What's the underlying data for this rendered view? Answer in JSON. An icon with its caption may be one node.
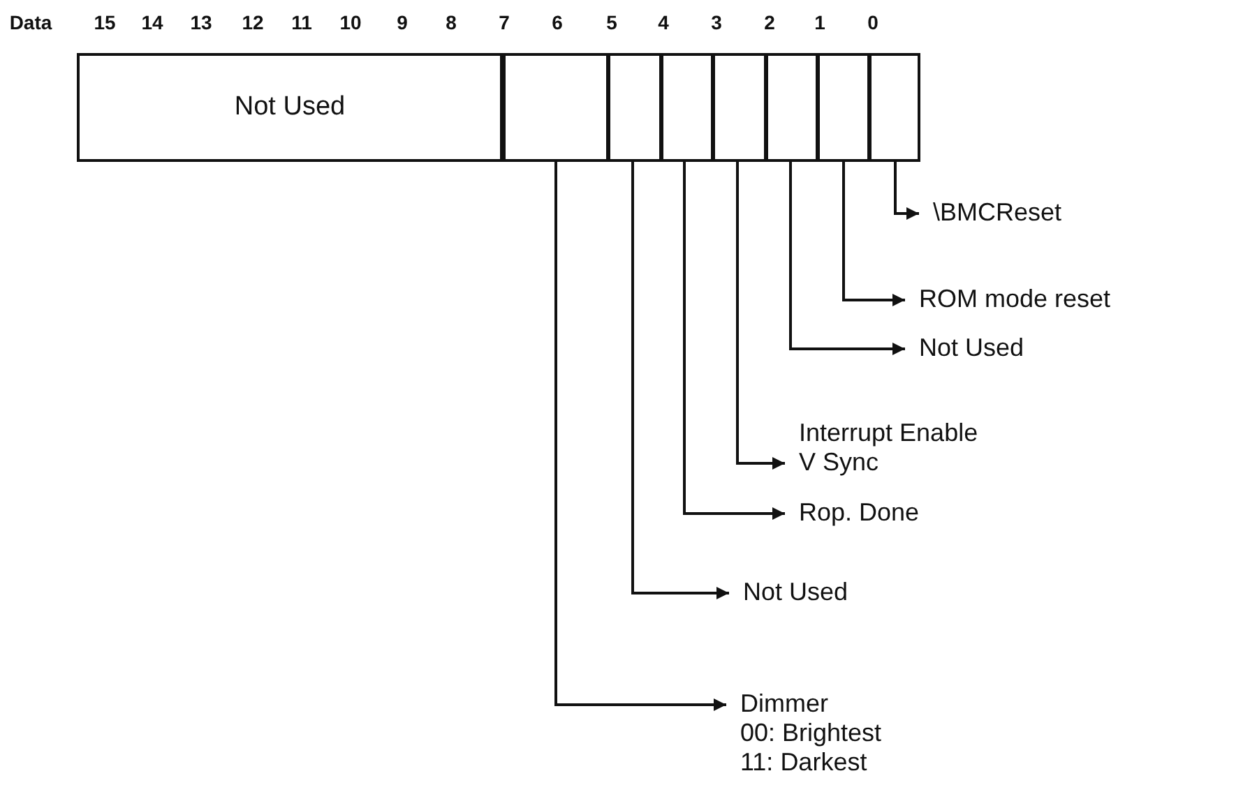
{
  "diagram": {
    "nodes": [
      {
        "text": [
          "Not Used"
        ]
      },
      {
        "text": [],
        "shape": "box"
      },
      {
        "text": [],
        "shape": "box"
      },
      {
        "text": [],
        "shape": "box"
      },
      {
        "text": [],
        "shape": "box"
      },
      {
        "text": [],
        "shape": "box"
      },
      {
        "text": [],
        "shape": "box"
      },
      {
        "text": [],
        "shape": "box"
      },
      {
        "text": [
          "\\BMCReset"
        ]
      },
      {
        "text": [
          "ROM mode reset"
        ]
      },
      {
        "text": [
          "Not Used"
        ]
      },
      {
        "text": [
          "Interrupt Enable V Sync"
        ]
      },
      {
        "text": [
          "Rop. Done"
        ]
      },
      {
        "text": [
          "Not Used"
        ]
      },
      {
        "text": [
          "Dimmer",
          "00: Brightest 11: Darkest"
        ]
      }
    ],
    "edges": [
      {
        "from": 7,
        "to": 8,
        "arrow": "to"
      },
      {
        "from": 6,
        "to": 9,
        "arrow": "to"
      },
      {
        "from": 5,
        "to": 10,
        "arrow": "to"
      },
      {
        "from": 4,
        "to": 11,
        "arrow": "to"
      },
      {
        "from": 3,
        "to": 12,
        "arrow": "to"
      },
      {
        "from": 2,
        "to": 13,
        "arrow": "to"
      },
      {
        "from": 1,
        "to": 14,
        "arrow": "to"
      }
    ],
    "labels": [
      "Data",
      "15",
      "14",
      "13",
      "12",
      "11",
      "10",
      "9",
      "8",
      "7",
      "6",
      "5",
      "4",
      "3",
      "2",
      "1",
      "0"
    ]
  }
}
